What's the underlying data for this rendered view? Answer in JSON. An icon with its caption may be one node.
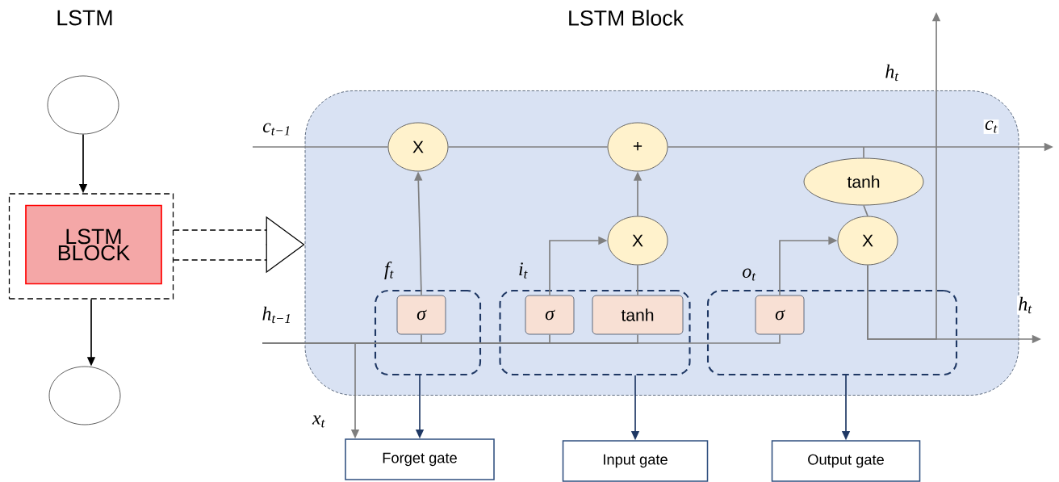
{
  "diagram": {
    "nodes": [
      {
        "text": [],
        "shape": "circle"
      },
      {
        "text": [],
        "shape": "box"
      },
      {
        "text": [
          "LSTM BLOCK"
        ],
        "in": 1
      },
      {
        "text": [],
        "shape": "circle"
      },
      {
        "text": [],
        "shape": "box"
      },
      {
        "text": [
          "X"
        ],
        "in": 4
      },
      {
        "text": [
          "+"
        ],
        "in": 4
      },
      {
        "text": [
          "X"
        ],
        "in": 4
      },
      {
        "text": [
          "tanh"
        ],
        "in": 4
      },
      {
        "text": [
          "X"
        ],
        "in": 4
      },
      {
        "text": [],
        "shape": "box",
        "in": 4
      },
      {
        "text": [
          "σ"
        ],
        "in": 10
      },
      {
        "text": [],
        "shape": "box",
        "in": 4
      },
      {
        "text": [
          "σ"
        ],
        "in": 12
      },
      {
        "text": [
          "tanh"
        ],
        "in": 12
      },
      {
        "text": [],
        "shape": "box",
        "in": 4
      },
      {
        "text": [
          "σ"
        ],
        "in": 15
      },
      {
        "text": [
          "Forget gate"
        ]
      },
      {
        "text": [
          "Input gate"
        ]
      },
      {
        "text": [
          "Output gate"
        ]
      }
    ],
    "edges": [
      {
        "from": 0,
        "to": 1,
        "arrow": "to",
        "color": "#000000"
      },
      {
        "from": 1,
        "to": 3,
        "arrow": "to",
        "color": "#000000"
      },
      {
        "from": 1,
        "to": 4,
        "arrow": "to",
        "style": "dashed",
        "color": "#000000"
      },
      {
        "from": null,
        "to": 5,
        "arrow": "none",
        "label": "c$_{t−1}$"
      },
      {
        "from": 5,
        "to": 6,
        "arrow": "none"
      },
      {
        "from": 6,
        "to": null,
        "arrow": "to",
        "label": "c$_{t}$"
      },
      {
        "from": null,
        "to": 8,
        "arrow": "none"
      },
      {
        "from": 8,
        "to": 9,
        "arrow": "none"
      },
      {
        "from": 11,
        "to": 5,
        "arrow": "to",
        "label": "f$_{t}$"
      },
      {
        "from": 13,
        "to": 7,
        "arrow": "to",
        "label": "i$_{t}$"
      },
      {
        "from": 14,
        "to": 7,
        "arrow": "none"
      },
      {
        "from": 7,
        "to": 6,
        "arrow": "to"
      },
      {
        "from": 16,
        "to": 9,
        "arrow": "to",
        "label": "o$_{t}$"
      },
      {
        "from": 9,
        "to": null,
        "arrow": "to",
        "label": "h$_{t}$"
      },
      {
        "from": 9,
        "to": null,
        "arrow": "to",
        "label": "h$_{t}$"
      },
      {
        "from": null,
        "to": 11,
        "arrow": "none",
        "label": "h$_{t−1}$"
      },
      {
        "from": null,
        "to": 13,
        "arrow": "none"
      },
      {
        "from": null,
        "to": 14,
        "arrow": "none"
      },
      {
        "from": null,
        "to": 16,
        "arrow": "none"
      },
      {
        "from": null,
        "to": 17,
        "arrow": "to",
        "label": "x$_{t}$"
      },
      {
        "from": 10,
        "to": 17,
        "arrow": "to",
        "color": "#1f3864"
      },
      {
        "from": 12,
        "to": 18,
        "arrow": "to",
        "color": "#1f3864"
      },
      {
        "from": 15,
        "to": 19,
        "arrow": "to",
        "color": "#1f3864"
      }
    ],
    "labels": [
      "LSTM",
      "LSTM Block"
    ]
  }
}
